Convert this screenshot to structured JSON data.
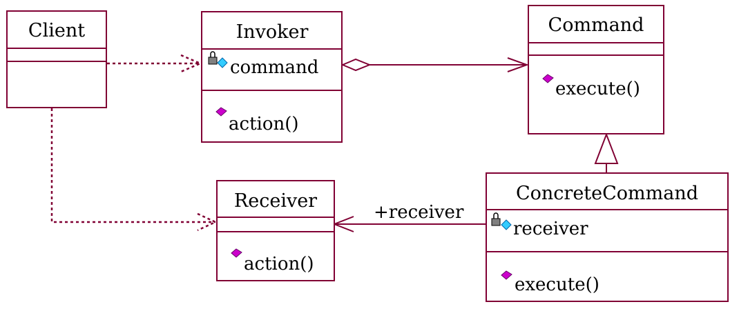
{
  "colors": {
    "line": "#800033",
    "text": "#000000",
    "background": "#ffffff",
    "operation_icon": "#cc00cc",
    "attribute_icon": "#33ccff",
    "lock_icon": "#808080"
  },
  "classes": {
    "client": {
      "name": "Client"
    },
    "invoker": {
      "name": "Invoker",
      "attributes": [
        {
          "name": "command",
          "icon": "private-attribute-icon"
        }
      ],
      "operations": [
        {
          "name": "action()",
          "icon": "operation-icon"
        }
      ]
    },
    "command": {
      "name": "Command",
      "operations": [
        {
          "name": "execute()",
          "icon": "operation-icon"
        }
      ]
    },
    "receiver": {
      "name": "Receiver",
      "operations": [
        {
          "name": "action()",
          "icon": "operation-icon"
        }
      ]
    },
    "concrete_command": {
      "name": "ConcreteCommand",
      "attributes": [
        {
          "name": "receiver",
          "icon": "private-attribute-icon"
        }
      ],
      "operations": [
        {
          "name": "execute()",
          "icon": "operation-icon"
        }
      ]
    }
  },
  "relations": {
    "client_invoker": {
      "type": "dependency"
    },
    "client_receiver": {
      "type": "dependency"
    },
    "invoker_command": {
      "type": "aggregation"
    },
    "concrete_command_command": {
      "type": "generalization"
    },
    "concrete_command_receiver": {
      "type": "association",
      "role": "+receiver"
    }
  }
}
